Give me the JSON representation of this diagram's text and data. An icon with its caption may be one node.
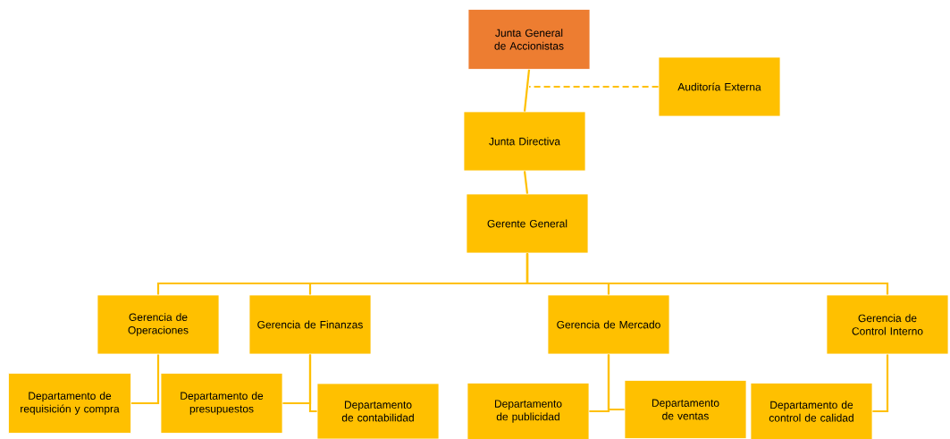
{
  "diagram": {
    "nodes": [
      {
        "text": [
          "Junta General de Accionistas"
        ]
      },
      {
        "text": [
          "Auditoría Externa"
        ]
      },
      {
        "text": [
          "Junta Directiva"
        ]
      },
      {
        "text": [
          "Gerente General"
        ]
      },
      {
        "text": [
          "Gerencia de Operaciones"
        ]
      },
      {
        "text": [
          "Gerencia de Finanzas"
        ]
      },
      {
        "text": [
          "Gerencia de Mercado"
        ]
      },
      {
        "text": [
          "Gerencia de Control Interno"
        ]
      },
      {
        "text": [
          "Departamento de requisición y compra"
        ]
      },
      {
        "text": [
          "Departamento de presupuestos"
        ]
      },
      {
        "text": [
          "Departamento de contabilidad"
        ]
      },
      {
        "text": [
          "Departamento de publicidad"
        ]
      },
      {
        "text": [
          "Departamento de ventas"
        ]
      },
      {
        "text": [
          "Departamento de control de calidad"
        ]
      }
    ],
    "edges": [
      {
        "from": 0,
        "to": 2,
        "arrow": "none"
      },
      {
        "from": 0,
        "to": 1,
        "arrow": "none",
        "style": "dashed"
      },
      {
        "from": 2,
        "to": 3,
        "arrow": "none"
      },
      {
        "from": 3,
        "to": 4,
        "arrow": "none"
      },
      {
        "from": 3,
        "to": 5,
        "arrow": "none"
      },
      {
        "from": 3,
        "to": 6,
        "arrow": "none"
      },
      {
        "from": 3,
        "to": 7,
        "arrow": "none"
      },
      {
        "from": 4,
        "to": 8,
        "arrow": "none"
      },
      {
        "from": 5,
        "to": 9,
        "arrow": "none"
      },
      {
        "from": 5,
        "to": 10,
        "arrow": "none"
      },
      {
        "from": 6,
        "to": 11,
        "arrow": "none"
      },
      {
        "from": 6,
        "to": 12,
        "arrow": "none"
      },
      {
        "from": 7,
        "to": 13,
        "arrow": "none"
      }
    ]
  }
}
